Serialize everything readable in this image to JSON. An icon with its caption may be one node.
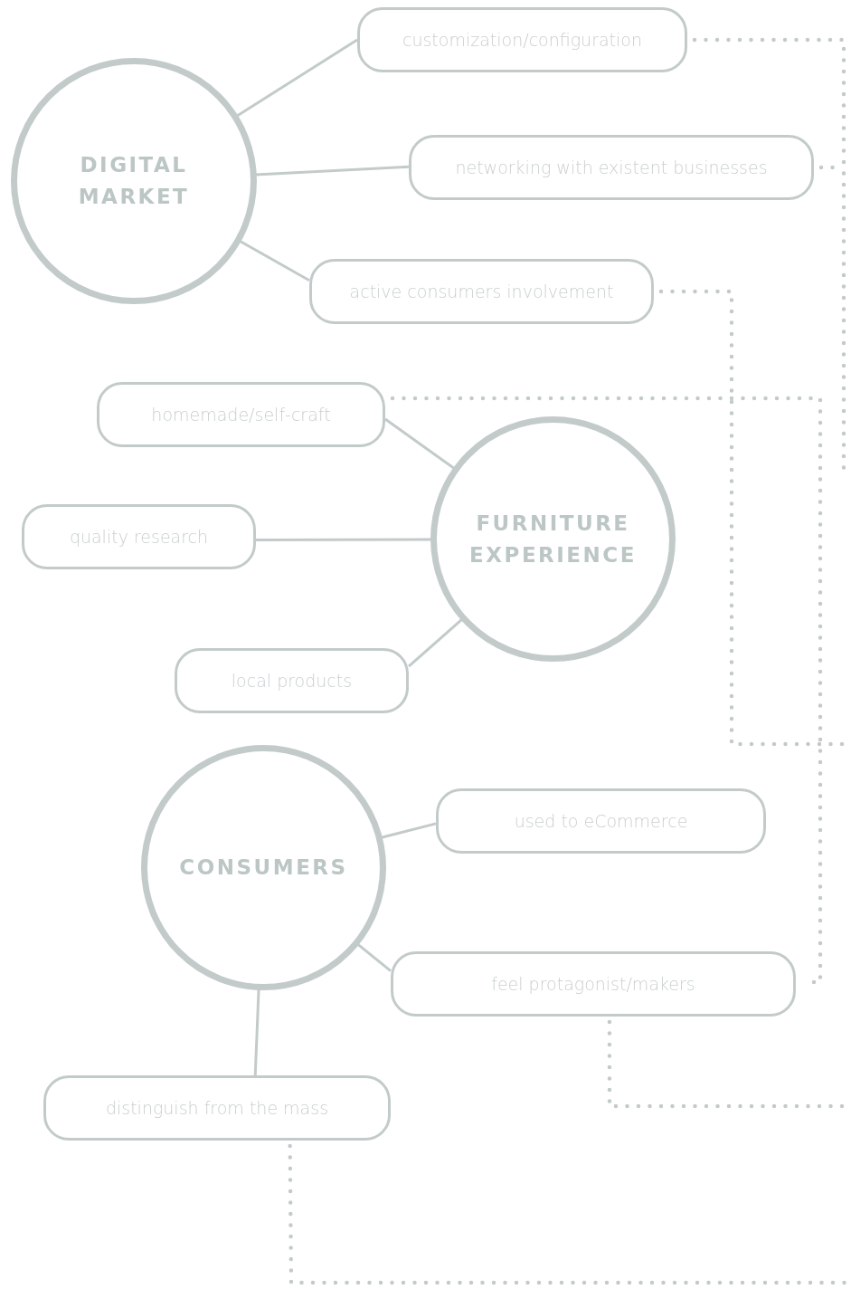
{
  "diagram": {
    "nodes": [
      {
        "text": [
          "DIGITAL MARKET"
        ]
      },
      {
        "text": [
          "customization/configuration"
        ]
      },
      {
        "text": [
          "networking with existent businesses"
        ]
      },
      {
        "text": [
          "active consumers involvement"
        ]
      },
      {
        "text": [
          "homemade/self-craft"
        ]
      },
      {
        "text": [
          "FURNITURE EXPERIENCE"
        ]
      },
      {
        "text": [
          "quality research"
        ]
      },
      {
        "text": [
          "local products"
        ]
      },
      {
        "text": [
          "CONSUMERS"
        ]
      },
      {
        "text": [
          "used to eCommerce"
        ]
      },
      {
        "text": [
          "feel protagonist/makers"
        ]
      },
      {
        "text": [
          "distinguish from the mass"
        ]
      }
    ],
    "edges": [
      {
        "from": 0,
        "to": 1,
        "arrow": "none"
      },
      {
        "from": 0,
        "to": 2,
        "arrow": "none"
      },
      {
        "from": 0,
        "to": 3,
        "arrow": "none"
      },
      {
        "from": 5,
        "to": 4,
        "arrow": "none"
      },
      {
        "from": 5,
        "to": 6,
        "arrow": "none"
      },
      {
        "from": 5,
        "to": 7,
        "arrow": "none"
      },
      {
        "from": 8,
        "to": 9,
        "arrow": "none"
      },
      {
        "from": 8,
        "to": 10,
        "arrow": "none"
      },
      {
        "from": 8,
        "to": 11,
        "arrow": "none"
      },
      {
        "from": 1,
        "to": null,
        "arrow": "none",
        "style": "dashed"
      },
      {
        "from": 2,
        "to": null,
        "arrow": "none",
        "style": "dashed"
      },
      {
        "from": 3,
        "to": null,
        "arrow": "none",
        "style": "dashed"
      },
      {
        "from": 4,
        "to": 10,
        "arrow": "none",
        "style": "dashed"
      },
      {
        "from": 10,
        "to": null,
        "arrow": "none",
        "style": "dashed"
      },
      {
        "from": 11,
        "to": null,
        "arrow": "none",
        "style": "dashed"
      }
    ]
  }
}
